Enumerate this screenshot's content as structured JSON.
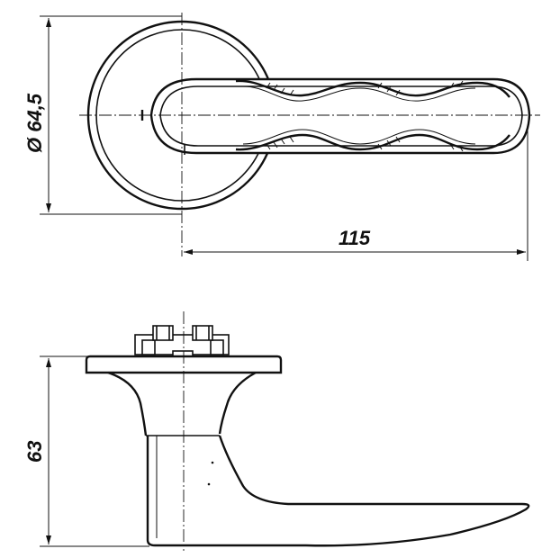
{
  "dimensions": {
    "diameter_label": "Ø 64,5",
    "length_label": "115",
    "height_label": "63"
  },
  "views": [
    "top-view",
    "side-view"
  ]
}
